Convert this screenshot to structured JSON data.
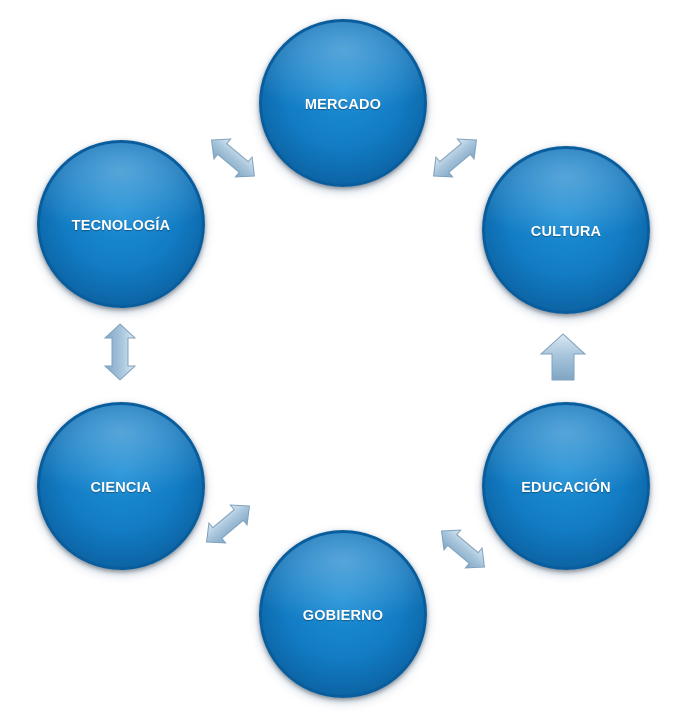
{
  "diagram": {
    "nodes": [
      {
        "id": "mercado",
        "label": "MERCADO"
      },
      {
        "id": "cultura",
        "label": "CULTURA"
      },
      {
        "id": "educacion",
        "label": "EDUCACIÓN"
      },
      {
        "id": "gobierno",
        "label": "GOBIERNO"
      },
      {
        "id": "ciencia",
        "label": "CIENCIA"
      },
      {
        "id": "tecnologia",
        "label": "TECNOLOGÍA"
      }
    ],
    "connectors": [
      {
        "from": "tecnologia",
        "to": "mercado",
        "type": "double-arrow"
      },
      {
        "from": "mercado",
        "to": "cultura",
        "type": "double-arrow"
      },
      {
        "from": "educacion",
        "to": "cultura",
        "type": "single-arrow"
      },
      {
        "from": "gobierno",
        "to": "educacion",
        "type": "double-arrow"
      },
      {
        "from": "ciencia",
        "to": "gobierno",
        "type": "double-arrow"
      },
      {
        "from": "ciencia",
        "to": "tecnologia",
        "type": "double-arrow"
      }
    ],
    "colors": {
      "node_fill": "#127cc4",
      "node_border": "#0a5d9c",
      "node_text": "#ffffff",
      "arrow_fill": "#a9c6dc"
    }
  }
}
